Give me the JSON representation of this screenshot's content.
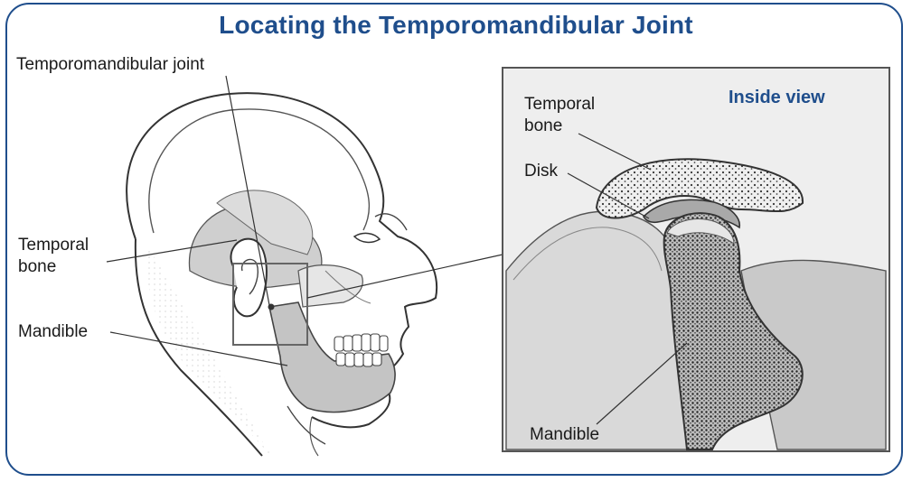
{
  "title": "Locating the Temporomandibular Joint",
  "labels": {
    "tmj": "Temporomandibular joint",
    "temporal_bone_left": "Temporal\nbone",
    "mandible_left": "Mandible",
    "inside_view": "Inside view",
    "temporal_bone_inset": "Temporal\nbone",
    "disk": "Disk",
    "mandible_inset": "Mandible"
  },
  "colors": {
    "accent": "#1f4e8c",
    "bone_gray": "#c8c8c8",
    "inset_bg": "#eeeeee"
  }
}
